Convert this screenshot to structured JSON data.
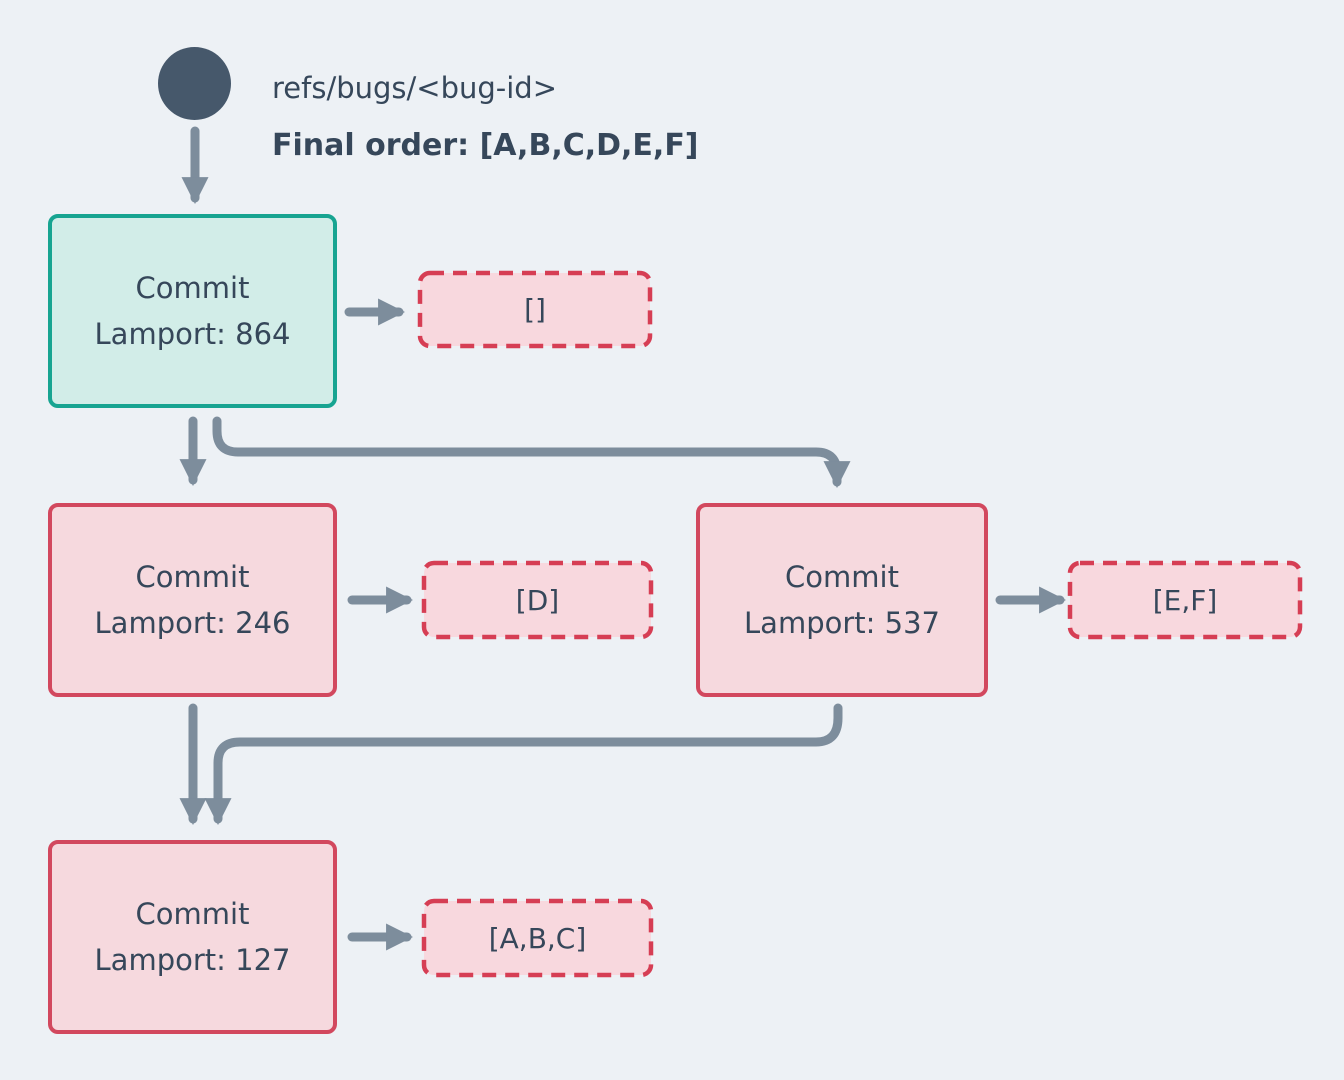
{
  "header": {
    "ref_label": "refs/bugs/<bug-id>",
    "final_order_label": "Final order: [A,B,C,D,E,F]"
  },
  "nodes": {
    "root": {
      "title": "Commit",
      "lamport": "Lamport: 864",
      "payload": "[]"
    },
    "left": {
      "title": "Commit",
      "lamport": "Lamport: 246",
      "payload": "[D]"
    },
    "right": {
      "title": "Commit",
      "lamport": "Lamport: 537",
      "payload": "[E,F]"
    },
    "merge": {
      "title": "Commit",
      "lamport": "Lamport: 127",
      "payload": "[A,B,C]"
    }
  },
  "colors": {
    "background": "#EDF1F5",
    "text": "#36475A",
    "arrow": "#7D8D9C",
    "ref_circle": "#46586B",
    "teal_border": "#17A491",
    "teal_fill": "#D2EDE8",
    "red_border": "#D2485E",
    "red_fill": "#F6D9DE",
    "dashed_border": "#D63E54",
    "dashed_fill": "#F8D8DE"
  }
}
